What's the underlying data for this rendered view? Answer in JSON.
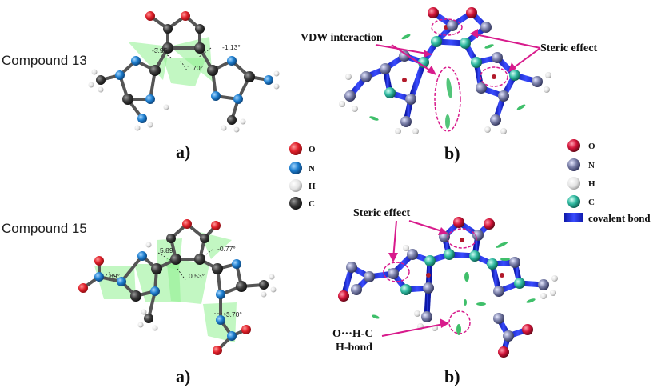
{
  "compounds": {
    "c13": "Compound 13",
    "c15": "Compound 15"
  },
  "panel_labels": {
    "a_top": "a)",
    "b_top": "b)",
    "a_bottom": "a)",
    "b_bottom": "b)"
  },
  "angles": {
    "c13_left": "-3.95",
    "c13_right": "-1.13°",
    "c13_center": "1.70°",
    "c15_a": "5.89",
    "c15_b": "-0.77°",
    "c15_c": "7.89°",
    "c15_d": "0.53°",
    "c15_e": "-3.70°"
  },
  "legend_a": {
    "items": [
      "O",
      "N",
      "H",
      "C"
    ]
  },
  "legend_b": {
    "items": [
      "O",
      "N",
      "H",
      "C",
      "covalent bond"
    ]
  },
  "annotations": {
    "vdw": "VDW interaction",
    "steric_top": "Steric effect",
    "steric_bottom": "Steric effect",
    "hbond_line1": "O···H-C",
    "hbond_line2": "H-bond"
  },
  "colors": {
    "oxygen": "#e0202a",
    "nitrogen": "#1e7fd0",
    "hydrogen": "#e6e6e6",
    "carbon": "#3a3a3a",
    "nci_n": "#7a7fa8",
    "nci_c": "#2fb9a0",
    "bond_blue": "#1f2fe0",
    "highlight": "#8ff08f",
    "callout": "#d81b8c"
  }
}
